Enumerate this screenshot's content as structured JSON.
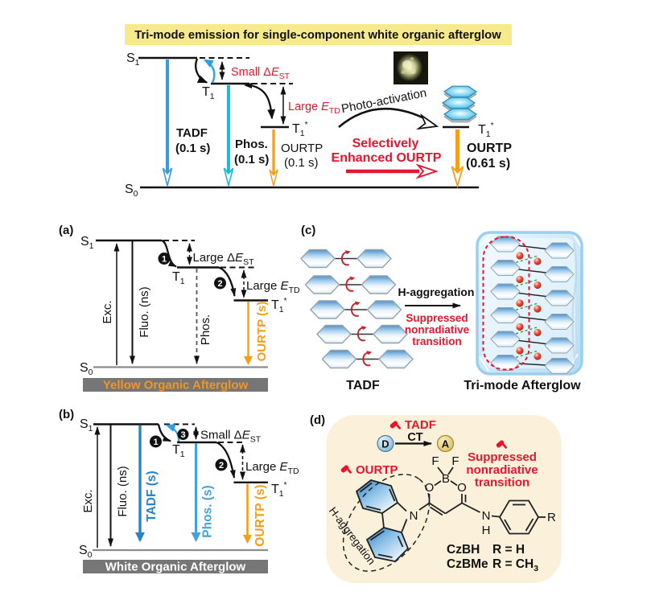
{
  "banner": {
    "title": "Tri-mode emission for single-component white organic afterglow",
    "bg_color": "#f7ea8c"
  },
  "colors": {
    "red": "#e8142d",
    "orange": "#f59e19",
    "orange_bar_text": "#f7941d",
    "tadf_blue_top": "#3a9bd8",
    "phos_cyan_top": "#18bcd4",
    "tadf_blue_b": "#2a83c5",
    "phos_blue_b": "#3fa3df",
    "risc_blue": "#2e9fe0",
    "gray_bar": "#767676",
    "panel_d_bg": "#fbf0da",
    "ice_blue": "#cbe7f8",
    "rotation_red": "#c1272d",
    "green_dash": "#1e9e50"
  },
  "top": {
    "s1": {
      "main": "S",
      "sub": "1"
    },
    "t1": {
      "main": "T",
      "sub": "1"
    },
    "t1star": {
      "main": "T",
      "sub": "1",
      "star": "*"
    },
    "s0": {
      "main": "S",
      "sub": "0"
    },
    "small_dest": {
      "prefix": "Small Δ",
      "e": "E",
      "sub": "ST"
    },
    "large_etd": {
      "prefix": "Large ",
      "e": "E",
      "sub": "TD"
    },
    "tadf": {
      "line1": "TADF",
      "line2": "(0.1 s)"
    },
    "phos": {
      "line1": "Phos.",
      "line2": "(0.1 s)"
    },
    "ourtp": {
      "line1": "OURTP",
      "line2": "(0.1 s)"
    },
    "photo_activation": "Photo-activation",
    "enhanced": {
      "line1": "Selectively",
      "line2": "Enhanced OURTP"
    },
    "t1star_right": {
      "main": "T",
      "sub": "1",
      "star": "*"
    },
    "ourtp_right": {
      "line1": "OURTP",
      "line2": "(0.61 s)"
    }
  },
  "panel_a": {
    "tag": "(a)",
    "s1": {
      "main": "S",
      "sub": "1"
    },
    "t1": {
      "main": "T",
      "sub": "1"
    },
    "t1star": {
      "main": "T",
      "sub": "1",
      "star": "*"
    },
    "s0": {
      "main": "S",
      "sub": "0"
    },
    "step1": "1",
    "step2": "2",
    "large_dest": {
      "prefix": "Large Δ",
      "e": "E",
      "sub": "ST"
    },
    "large_etd": {
      "prefix": "Large ",
      "e": "E",
      "sub": "TD"
    },
    "exc": "Exc.",
    "fluo": "Fluo. (ns)",
    "phos": "Phos.",
    "ourtp": "OURTP (s)",
    "bar": "Yellow Organic Afterglow"
  },
  "panel_b": {
    "tag": "(b)",
    "s1": {
      "main": "S",
      "sub": "1"
    },
    "t1": {
      "main": "T",
      "sub": "1"
    },
    "t1star": {
      "main": "T",
      "sub": "1",
      "star": "*"
    },
    "s0": {
      "main": "S",
      "sub": "0"
    },
    "step1": "1",
    "step2": "2",
    "step3": "3",
    "small_dest": {
      "prefix": "Small Δ",
      "e": "E",
      "sub": "ST"
    },
    "large_etd": {
      "prefix": "Large ",
      "e": "E",
      "sub": "TD"
    },
    "exc": "Exc.",
    "fluo": "Fluo. (ns)",
    "tadf": "TADF (s)",
    "phos": "Phos. (s)",
    "ourtp": "OURTP (s)",
    "bar": "White Organic Afterglow"
  },
  "panel_c": {
    "tag": "(c)",
    "h_aggregation": "H-aggregation",
    "suppressed": [
      "Suppressed",
      "nonradiative",
      "transition"
    ],
    "label_left": "TADF",
    "label_right": "Tri-mode Afterglow"
  },
  "panel_d": {
    "tag": "(d)",
    "tadf": "TADF",
    "ct": "CT",
    "donor": "D",
    "acceptor": "A",
    "suppressed": [
      "Suppressed",
      "nonradiative",
      "transition"
    ],
    "ourtp": "OURTP",
    "h_aggregation": "H-aggregation",
    "atoms": {
      "f1": "F",
      "f2": "F",
      "b": "B",
      "o1": "O",
      "o2": "O",
      "n_carbazole": "N",
      "n_amide": "N",
      "h_amide": "H",
      "r": "R"
    },
    "compounds": [
      {
        "name": "CzBH",
        "r": "R = H",
        "r_sub": ""
      },
      {
        "name": "CzBMe",
        "r": "R = CH",
        "r_sub": "3"
      }
    ]
  }
}
